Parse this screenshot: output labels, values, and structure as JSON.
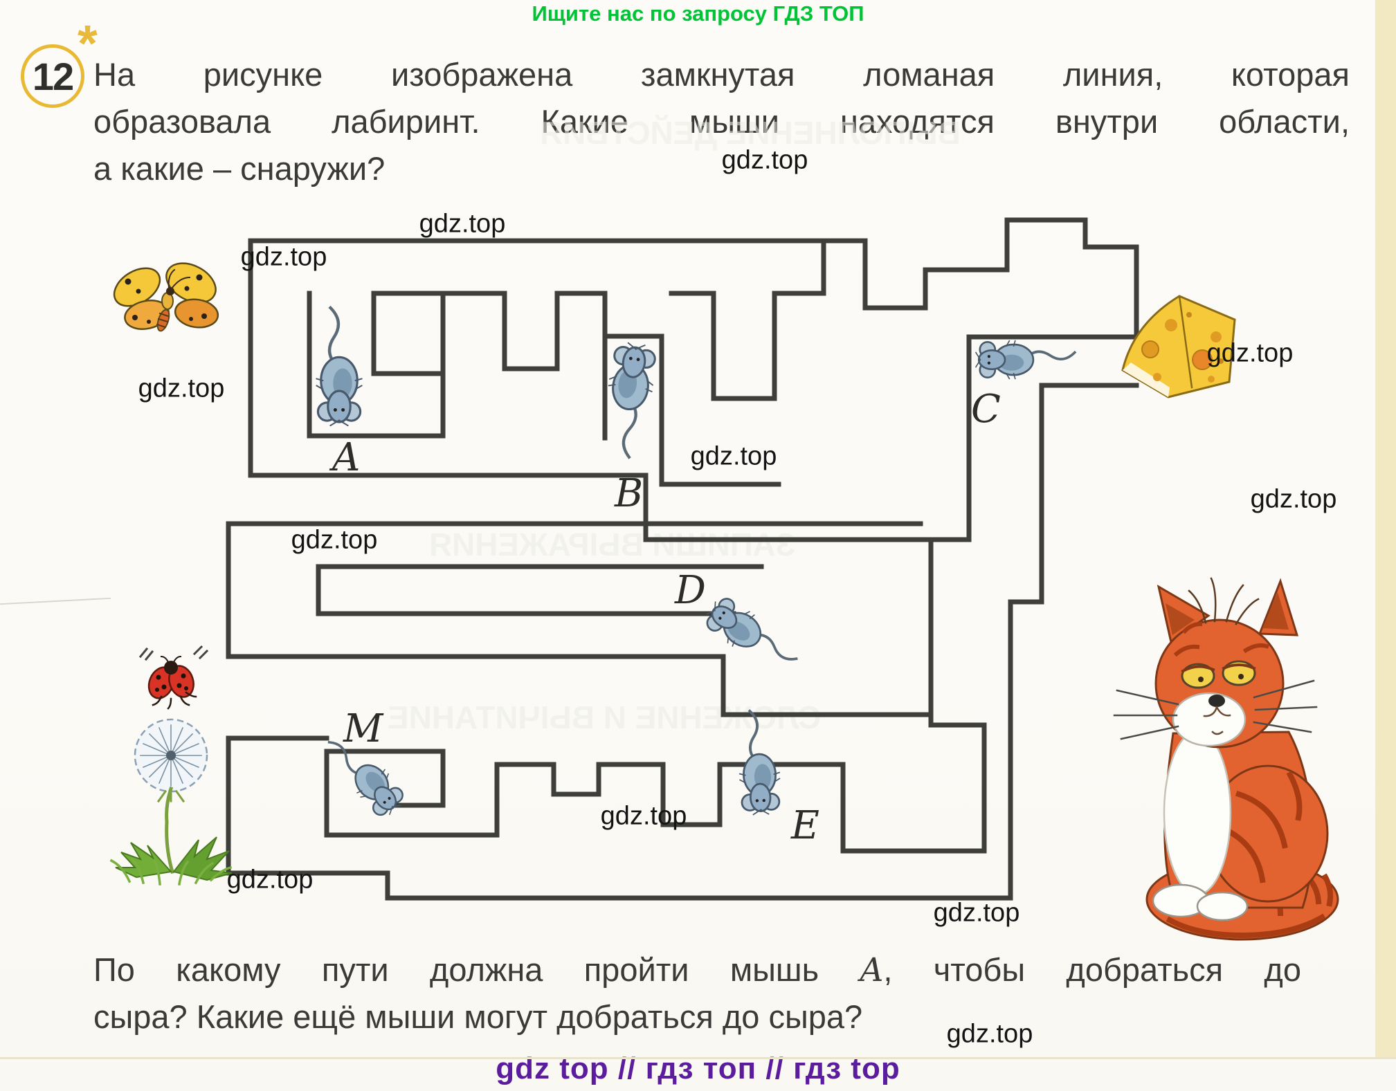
{
  "header": {
    "promo": "Ищите нас по запросу ГДЗ ТОП"
  },
  "problem": {
    "number": "12",
    "star": "*",
    "line1": "На рисунке изображена замкнутая ломаная линия, которая",
    "line2": "образовала лабиринт. Какие мыши находятся внутри области,",
    "line3": "а какие – снаружи?"
  },
  "question": {
    "part1": "По какому пути должна пройти мышь ",
    "mouse_ref": "A",
    "part2": ", чтобы добраться до",
    "line2": "сыра? Какие ещё мыши могут добраться до сыра?"
  },
  "maze": {
    "stroke_color": "#3e3e3a",
    "mice": [
      {
        "label": "A"
      },
      {
        "label": "B"
      },
      {
        "label": "C"
      },
      {
        "label": "D"
      },
      {
        "label": "E"
      },
      {
        "label": "M"
      }
    ]
  },
  "watermark": {
    "text": "gdz.top"
  },
  "footer": {
    "text": "gdz top  //  гдз топ  //  гдз top"
  },
  "colors": {
    "badge_yellow": "#e8b932",
    "promo_green": "#00c435",
    "footer_purple": "#5b1d9e",
    "maze_line": "#3e3e3a",
    "cheese_yellow": "#f6c93a",
    "cat_orange": "#e2632f"
  }
}
